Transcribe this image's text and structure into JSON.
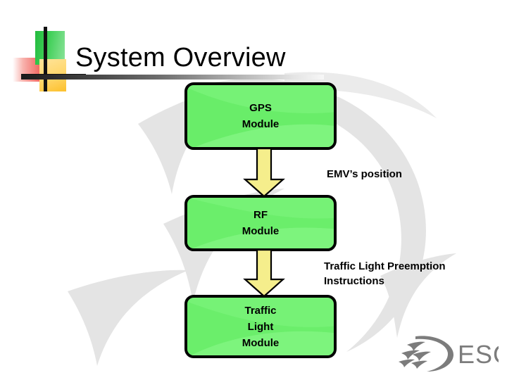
{
  "slide": {
    "title": "System Overview",
    "background_color": "#ffffff",
    "accent_green": "#76f276",
    "accent_yellow": "#f5ee8c",
    "rule_color": "#1a1a1a",
    "watermark_color": "#e3e3e3"
  },
  "header": {
    "logo_name": "decorative-squares-logo",
    "logo_colors": {
      "green": "#3fcf57",
      "red": "#f0615c",
      "yellow": "#ffd66a",
      "cross": "#121212"
    }
  },
  "diagram": {
    "type": "flowchart",
    "direction": "top-to-bottom",
    "nodes": [
      {
        "id": "gps",
        "label": "GPS\nModule",
        "fill": "#76f276",
        "stroke": "#000000"
      },
      {
        "id": "rf",
        "label": "RF\nModule",
        "fill": "#76f276",
        "stroke": "#000000"
      },
      {
        "id": "tl",
        "label": "Traffic\nLight\nModule",
        "fill": "#76f276",
        "stroke": "#000000"
      }
    ],
    "edges": [
      {
        "id": "edge-1",
        "from": "gps",
        "to": "rf",
        "label": "EMV’s position",
        "arrow_fill": "#f5ee8c",
        "arrow_stroke": "#000000"
      },
      {
        "id": "edge-2",
        "from": "rf",
        "to": "tl",
        "label": "Traffic Light Preemption\nInstructions",
        "arrow_fill": "#f5ee8c",
        "arrow_stroke": "#000000"
      }
    ]
  },
  "footer": {
    "brand_text": "ESC",
    "brand_color": "#7c7c7c",
    "brand_mark_name": "esc-swoosh-logo"
  }
}
